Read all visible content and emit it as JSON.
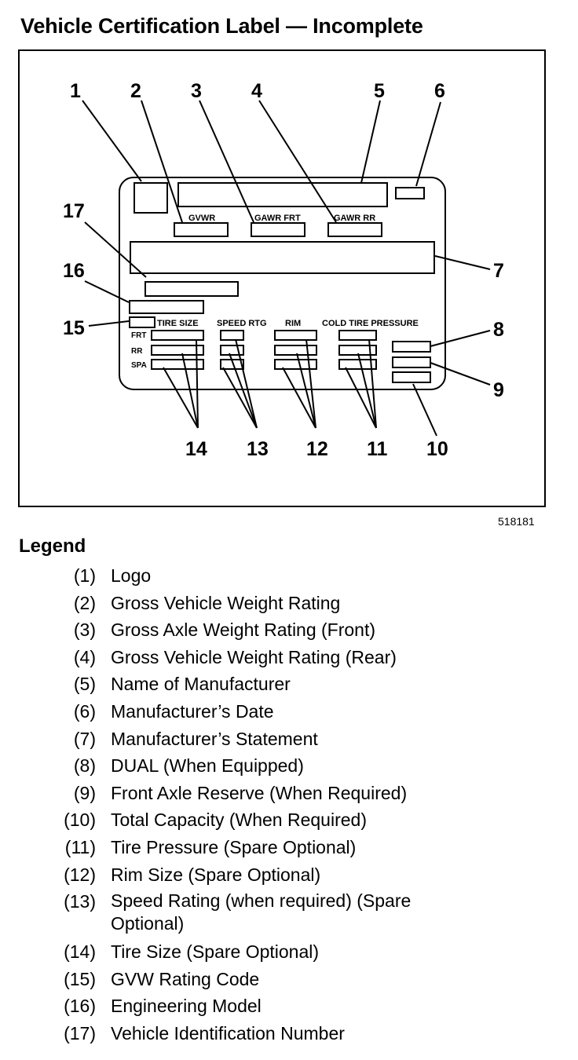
{
  "title": "Vehicle Certification Label — Incomplete",
  "figure_id": "518181",
  "label_fields": {
    "gvwr": "GVWR",
    "gawr_frt": "GAWR FRT",
    "gawr_rr": "GAWR RR",
    "tire_size": "TIRE SIZE",
    "speed_rtg": "SPEED RTG",
    "rim": "RIM",
    "cold_tire_pressure": "COLD TIRE PRESSURE",
    "row_frt": "FRT",
    "row_rr": "RR",
    "row_spa": "SPA"
  },
  "callouts": [
    "1",
    "2",
    "3",
    "4",
    "5",
    "6",
    "7",
    "8",
    "9",
    "10",
    "11",
    "12",
    "13",
    "14",
    "15",
    "16",
    "17"
  ],
  "legend_heading": "Legend",
  "legend": [
    {
      "num": "(1)",
      "text": "Logo"
    },
    {
      "num": "(2)",
      "text": "Gross Vehicle Weight Rating"
    },
    {
      "num": "(3)",
      "text": "Gross Axle Weight Rating (Front)"
    },
    {
      "num": "(4)",
      "text": "Gross Vehicle Weight Rating (Rear)"
    },
    {
      "num": "(5)",
      "text": "Name of Manufacturer"
    },
    {
      "num": "(6)",
      "text": "Manufacturer’s Date"
    },
    {
      "num": "(7)",
      "text": "Manufacturer’s Statement"
    },
    {
      "num": "(8)",
      "text": "DUAL (When Equipped)"
    },
    {
      "num": "(9)",
      "text": "Front Axle Reserve (When Required)"
    },
    {
      "num": "(10)",
      "text": "Total Capacity (When Required)"
    },
    {
      "num": "(11)",
      "text": "Tire Pressure (Spare Optional)"
    },
    {
      "num": "(12)",
      "text": "Rim Size (Spare Optional)"
    },
    {
      "num": "(13)",
      "text": "Speed Rating (when required) (Spare Optional)"
    },
    {
      "num": "(14)",
      "text": "Tire Size (Spare Optional)"
    },
    {
      "num": "(15)",
      "text": "GVW Rating Code"
    },
    {
      "num": "(16)",
      "text": "Engineering Model"
    },
    {
      "num": "(17)",
      "text": "Vehicle Identification Number"
    }
  ]
}
